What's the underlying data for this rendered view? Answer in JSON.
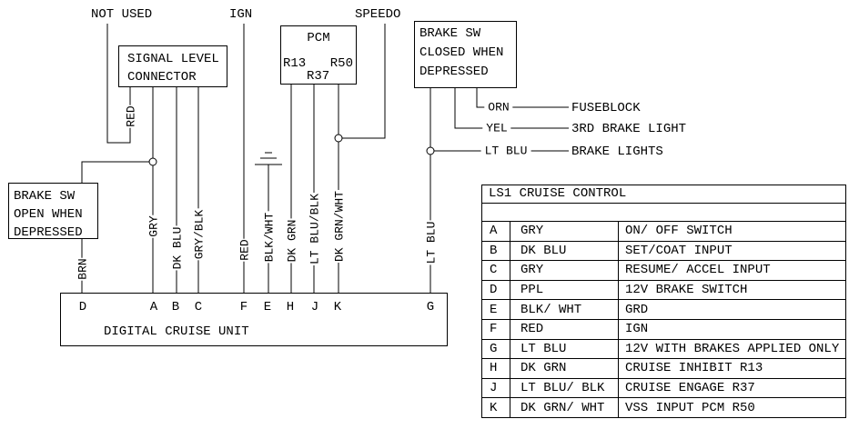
{
  "top_labels": {
    "not_used": "NOT USED",
    "ign": "IGN",
    "speedo": "SPEEDO"
  },
  "boxes": {
    "signal_level_connector": {
      "lines": [
        "SIGNAL LEVEL",
        "CONNECTOR"
      ]
    },
    "pcm": {
      "title": "PCM",
      "pin_r13": "R13",
      "pin_r50": "R50",
      "pin_r37": "R37"
    },
    "brake_sw_closed": {
      "lines": [
        "BRAKE SW",
        "CLOSED WHEN",
        "DEPRESSED"
      ]
    },
    "brake_sw_open": {
      "lines": [
        "BRAKE SW",
        "OPEN WHEN",
        "DEPRESSED"
      ]
    },
    "digital_cruise_unit": {
      "title": "DIGITAL CRUISE UNIT",
      "pins": [
        "D",
        "A",
        "B",
        "C",
        "F",
        "E",
        "H",
        "J",
        "K",
        "G"
      ]
    }
  },
  "wire_labels": {
    "red_connector": "RED",
    "brn": "BRN",
    "gry": "GRY",
    "dk_blu": "DK BLU",
    "gry_blk": "GRY/BLK",
    "red_ign": "RED",
    "blk_wht": "BLK/WHT",
    "dk_grn": "DK GRN",
    "lt_blu_blk": "LT BLU/BLK",
    "dk_grn_wht": "DK GRN/WHT",
    "lt_blu_g": "LT BLU"
  },
  "external_connections": [
    {
      "wire": "ORN",
      "target": "FUSEBLOCK"
    },
    {
      "wire": "YEL",
      "target": "3RD BRAKE LIGHT"
    },
    {
      "wire": "LT BLU",
      "target": "BRAKE LIGHTS"
    }
  ],
  "table": {
    "title": "LS1 CRUISE CONTROL",
    "rows": [
      {
        "pin": "A",
        "color": "GRY",
        "function": "ON/ OFF SWITCH"
      },
      {
        "pin": "B",
        "color": "DK BLU",
        "function": "SET/COAT INPUT"
      },
      {
        "pin": "C",
        "color": "GRY",
        "function": "RESUME/ ACCEL INPUT"
      },
      {
        "pin": "D",
        "color": "PPL",
        "function": "12V BRAKE SWITCH"
      },
      {
        "pin": "E",
        "color": "BLK/ WHT",
        "function": "GRD"
      },
      {
        "pin": "F",
        "color": "RED",
        "function": "IGN"
      },
      {
        "pin": "G",
        "color": "LT BLU",
        "function": "12V WITH BRAKES APPLIED ONLY"
      },
      {
        "pin": "H",
        "color": "DK GRN",
        "function": "CRUISE INHIBIT R13"
      },
      {
        "pin": "J",
        "color": "LT BLU/ BLK",
        "function": "CRUISE ENGAGE R37"
      },
      {
        "pin": "K",
        "color": "DK GRN/ WHT",
        "function": "VSS INPUT PCM R50"
      }
    ]
  },
  "colors": {
    "line": "#000000",
    "background": "#ffffff"
  }
}
